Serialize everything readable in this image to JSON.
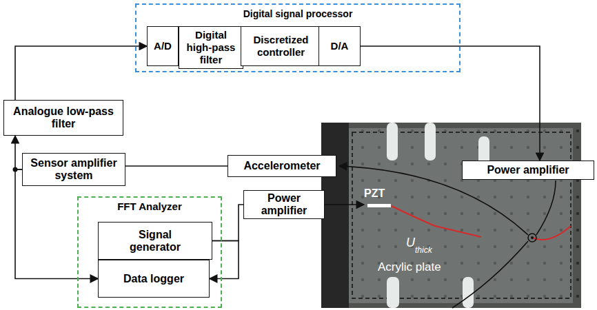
{
  "diagram": {
    "nodes": [
      {
        "text": [
          "Digital signal processor"
        ]
      },
      {
        "text": [
          "A/D"
        ],
        "in": 0
      },
      {
        "text": [
          "Digital high-pass filter"
        ],
        "in": 0
      },
      {
        "text": [
          "Discretized controller"
        ],
        "in": 0
      },
      {
        "text": [
          "D/A"
        ],
        "in": 0
      },
      {
        "text": [
          "Analogue low-pass filter"
        ]
      },
      {
        "text": [
          "Sensor amplifier system"
        ]
      },
      {
        "text": [
          "Accelerometer"
        ]
      },
      {
        "text": [
          "Power amplifier"
        ]
      },
      {
        "text": [
          "FFT Analyzer"
        ]
      },
      {
        "text": [
          "Signal generator"
        ],
        "in": 9
      },
      {
        "text": [
          "Data logger"
        ],
        "in": 9
      },
      {
        "text": [
          "Power amplifier"
        ]
      }
    ],
    "edges": [
      {
        "from": 5,
        "to": 1,
        "arrow": "to"
      },
      {
        "from": 4,
        "to": 8,
        "arrow": "to"
      },
      {
        "from": 6,
        "to": 5,
        "arrow": "to"
      },
      {
        "from": 6,
        "to": 11,
        "arrow": "to"
      },
      {
        "from": 7,
        "to": 6,
        "arrow": "none"
      },
      {
        "from": 10,
        "to": 12,
        "arrow": "none"
      },
      {
        "from": 10,
        "to": 11,
        "arrow": "to"
      }
    ],
    "labels": [
      "PZT",
      "U",
      "thick",
      "Acrylic plate"
    ]
  }
}
